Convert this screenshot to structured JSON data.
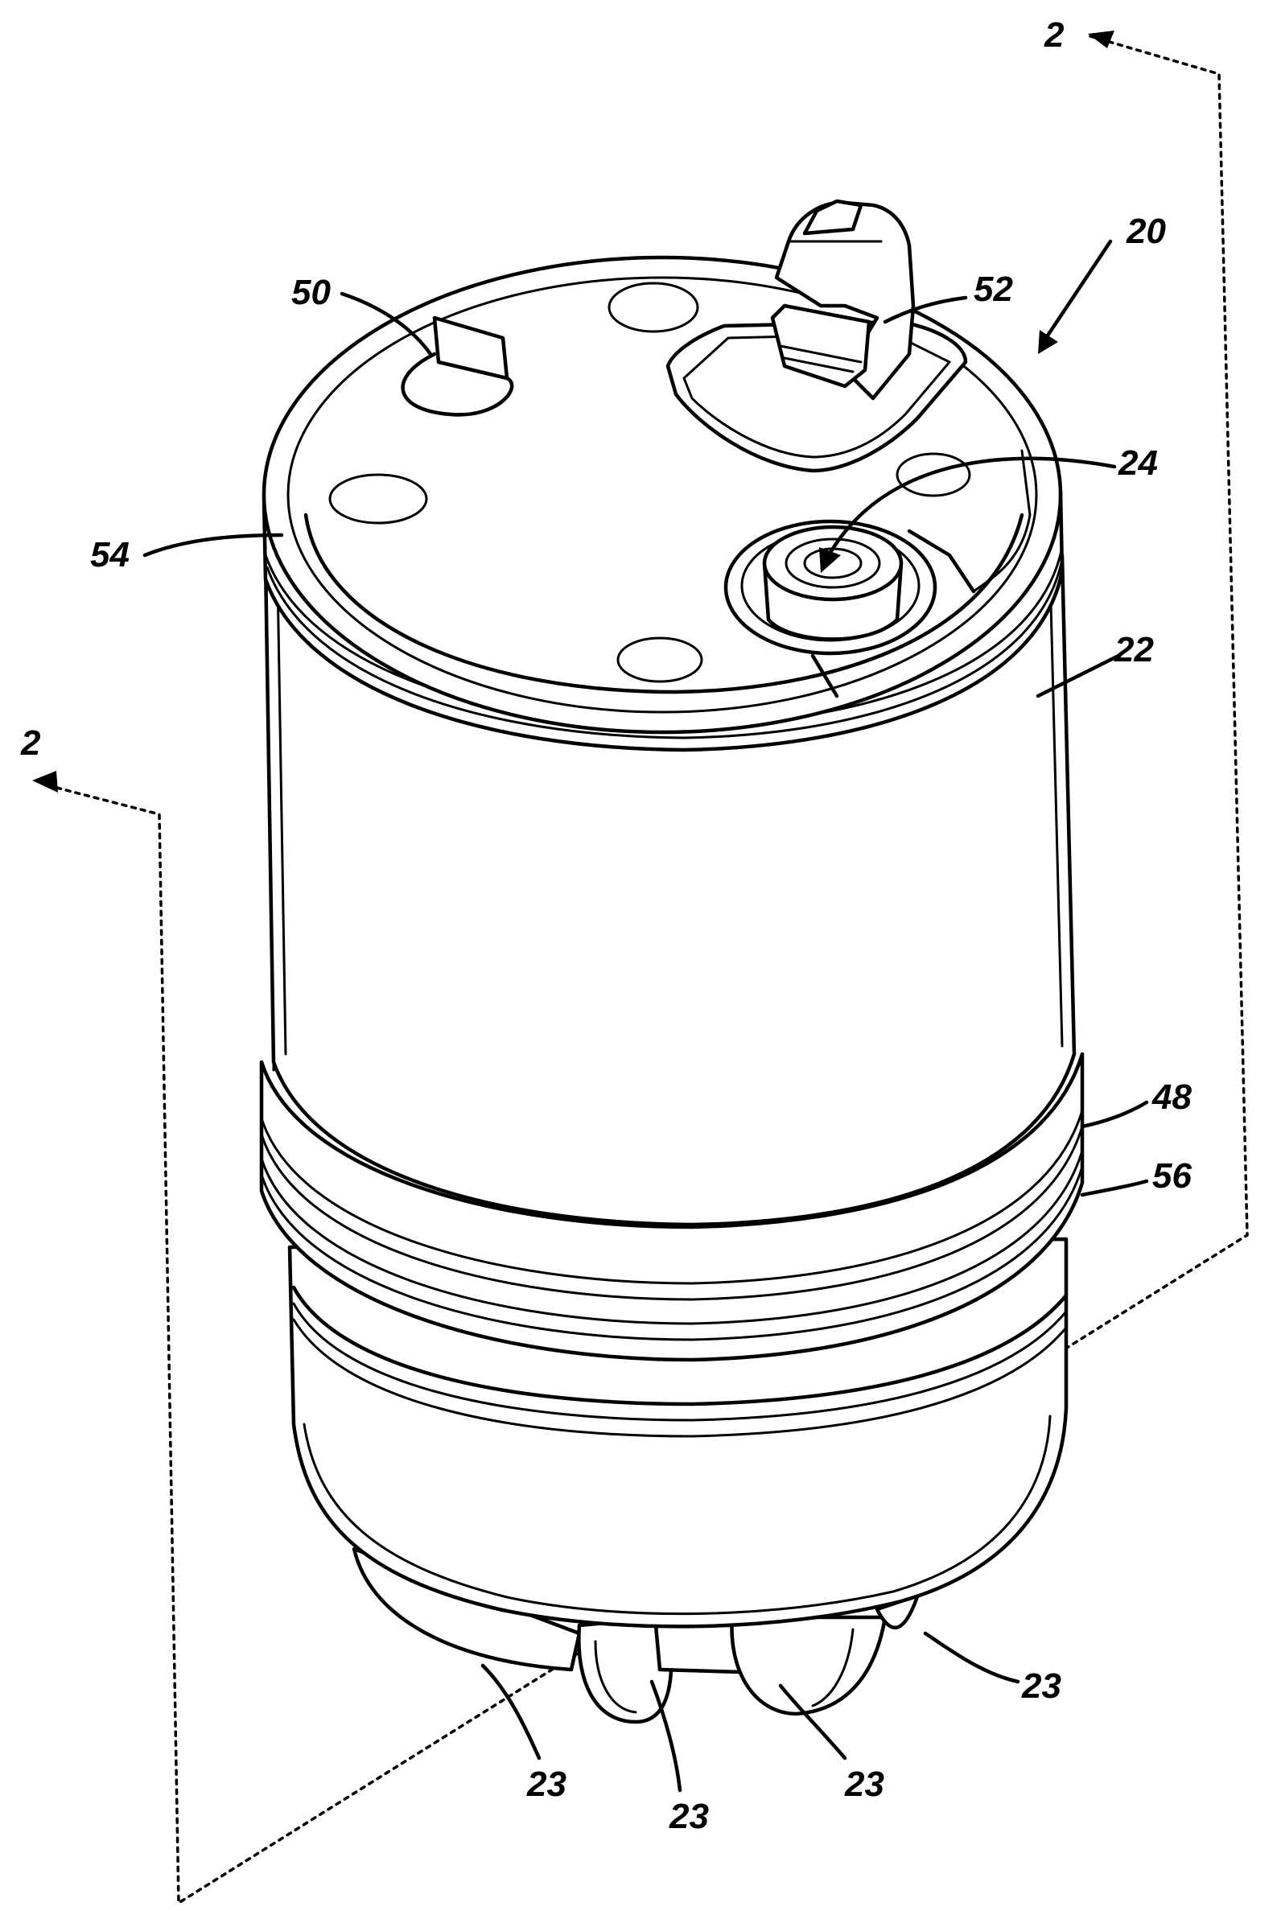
{
  "figure": {
    "reference_numerals": {
      "section_top": "2",
      "section_left": "2",
      "assembly": "20",
      "housing": "22",
      "port": "24",
      "tab_left": "50",
      "handle": "52",
      "top_rim": "54",
      "ring_upper": "48",
      "ring_lower": "56",
      "foot_right": "23",
      "foot_left": "23",
      "foot_center": "23",
      "foot_center_right": "23"
    }
  }
}
